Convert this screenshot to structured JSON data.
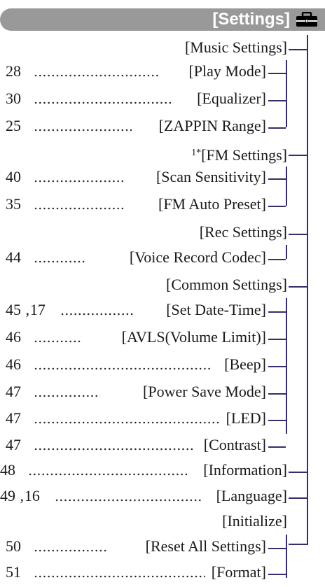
{
  "header": {
    "title": "[Settings]",
    "icon": "toolbox-icon",
    "background_color": "#999999",
    "connector_color": "#3a2b6b"
  },
  "groups": [
    {
      "label": "[Music Settings]",
      "items": [
        {
          "page": "28",
          "label": "[Play Mode]"
        },
        {
          "page": "30",
          "label": "[Equalizer]"
        },
        {
          "page": "25",
          "label": "[ZAPPIN Range]"
        }
      ]
    },
    {
      "label_prefix": "1*",
      "label": "[FM Settings]",
      "items": [
        {
          "page": "40",
          "label": "[Scan Sensitivity]"
        },
        {
          "page": "35",
          "label": "[FM Auto Preset]"
        }
      ]
    },
    {
      "label": "[Rec Settings]",
      "items": [
        {
          "page": "44",
          "label": "[Voice Record Codec]"
        }
      ]
    },
    {
      "label": "[Common Settings]",
      "items": [
        {
          "page": "45 ‚17",
          "label": "[Set Date-Time]"
        },
        {
          "page": "46",
          "label": "[AVLS(Volume Limit)]"
        },
        {
          "page": "46",
          "label": "[Beep]"
        },
        {
          "page": "47",
          "label": "[Power Save Mode]"
        },
        {
          "page": "47",
          "label": "[LED]"
        },
        {
          "page": "47",
          "label": "[Contrast]"
        }
      ]
    }
  ],
  "top_items": [
    {
      "page": "48",
      "label": "[Information]"
    },
    {
      "page": "49 ‚16",
      "label": "[Language]"
    }
  ],
  "initialize": {
    "label": "[Initialize]",
    "items": [
      {
        "page": "50",
        "label": "[Reset All Settings]"
      },
      {
        "page": "51",
        "label": "[Format]"
      }
    ]
  }
}
